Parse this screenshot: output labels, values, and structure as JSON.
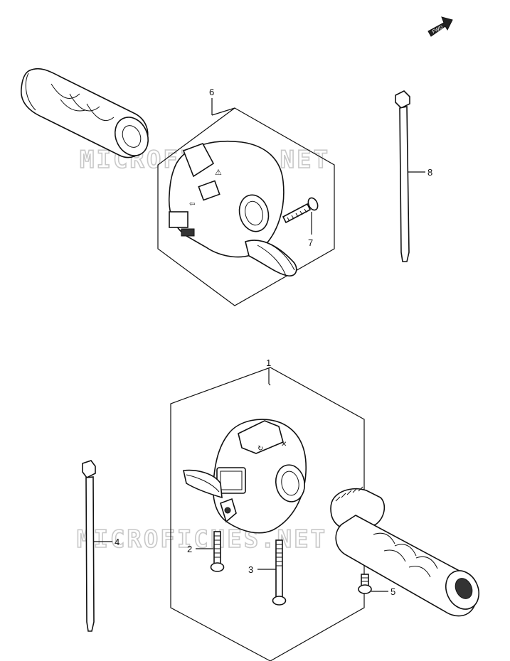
{
  "fwd_label": "FWD",
  "watermark": "MICROFICHES.NET",
  "callouts": {
    "c1": "1",
    "c2": "2",
    "c3": "3",
    "c4": "4",
    "c5": "5",
    "c6": "6",
    "c7": "7",
    "c8": "8"
  }
}
